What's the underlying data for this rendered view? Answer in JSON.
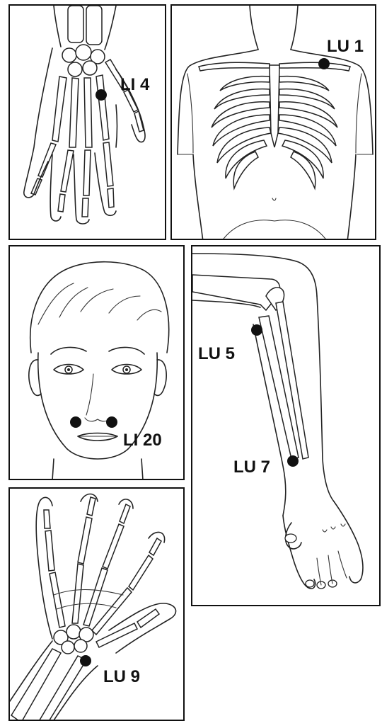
{
  "points": {
    "li4": "LI 4",
    "lu1": "LU 1",
    "lu5": "LU 5",
    "li20": "LI 20",
    "lu7": "LU 7",
    "lu9": "LU 9"
  },
  "colors": {
    "ink": "#111111",
    "background": "#ffffff"
  }
}
